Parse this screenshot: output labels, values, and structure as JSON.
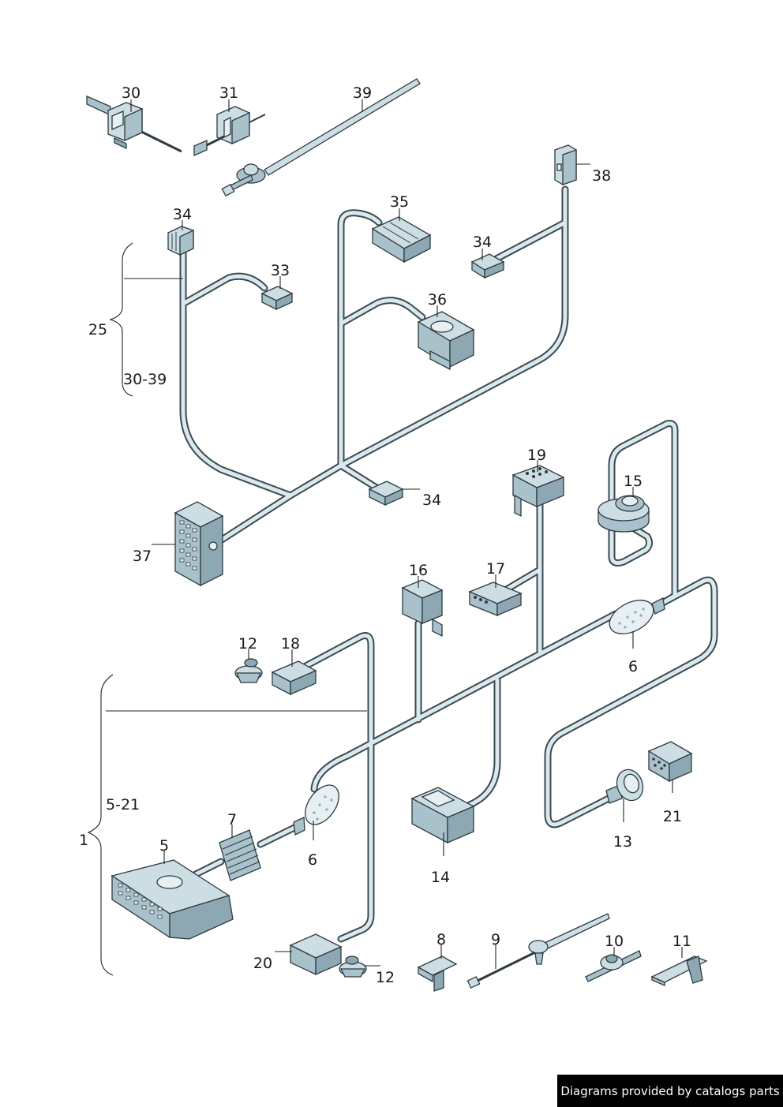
{
  "labels": {
    "p30": "30",
    "p31": "31",
    "p39": "39",
    "p38": "38",
    "p35": "35",
    "p34a": "34",
    "p34b": "34",
    "p34c": "34",
    "p33": "33",
    "p36": "36",
    "p25": "25",
    "r3039": "30-39",
    "p37": "37",
    "p19": "19",
    "p15": "15",
    "p16": "16",
    "p17": "17",
    "p12a": "12",
    "p18": "18",
    "p6a": "6",
    "p6b": "6",
    "p7": "7",
    "p5": "5",
    "r521": "5-21",
    "p1": "1",
    "p13": "13",
    "p21": "21",
    "p14": "14",
    "p20": "20",
    "p12b": "12",
    "p8": "8",
    "p9": "9",
    "p10": "10",
    "p11": "11"
  },
  "footer": {
    "text": "Diagrams provided by catalogs parts"
  },
  "colors": {
    "wire_outline": "#3a4a52",
    "wire_fill": "#dbe9ee",
    "part_light": "#cddde4",
    "part_mid": "#a9c1cb",
    "part_dark": "#8ea8b3"
  }
}
